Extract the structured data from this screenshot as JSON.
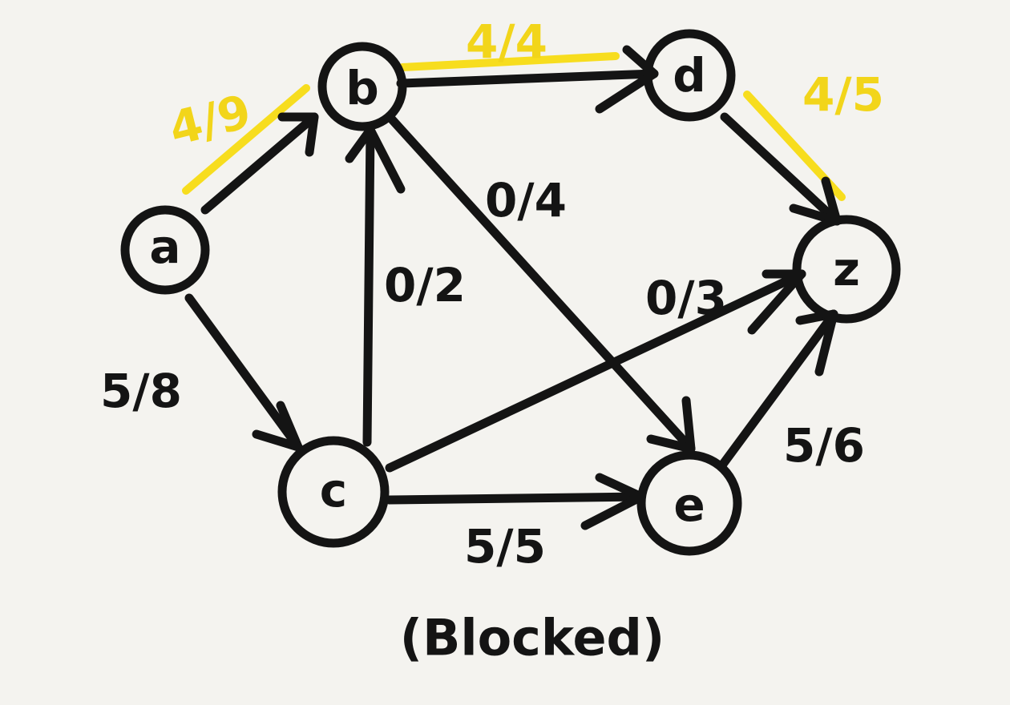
{
  "colors": {
    "background": "#f4f3ef",
    "ink": "#141414",
    "highlight": "#f2d51a"
  },
  "nodes": {
    "a": "a",
    "b": "b",
    "c": "c",
    "d": "d",
    "e": "e",
    "z": "z"
  },
  "edges": {
    "a_b": {
      "from": "a",
      "to": "b",
      "flow": "4/9",
      "highlighted": true
    },
    "a_c": {
      "from": "a",
      "to": "c",
      "flow": "5/8",
      "highlighted": false
    },
    "b_d": {
      "from": "b",
      "to": "d",
      "flow": "4/4",
      "highlighted": true
    },
    "d_z": {
      "from": "d",
      "to": "z",
      "flow": "4/5",
      "highlighted": true
    },
    "c_b": {
      "from": "c",
      "to": "b",
      "flow": "0/2",
      "highlighted": false
    },
    "b_e": {
      "from": "b",
      "to": "e",
      "flow": "0/4",
      "highlighted": false
    },
    "c_z": {
      "from": "c",
      "to": "z",
      "flow": "0/3",
      "highlighted": false
    },
    "c_e": {
      "from": "c",
      "to": "e",
      "flow": "5/5",
      "highlighted": false
    },
    "e_z": {
      "from": "e",
      "to": "z",
      "flow": "5/6",
      "highlighted": false
    }
  },
  "caption": "(Blocked)"
}
